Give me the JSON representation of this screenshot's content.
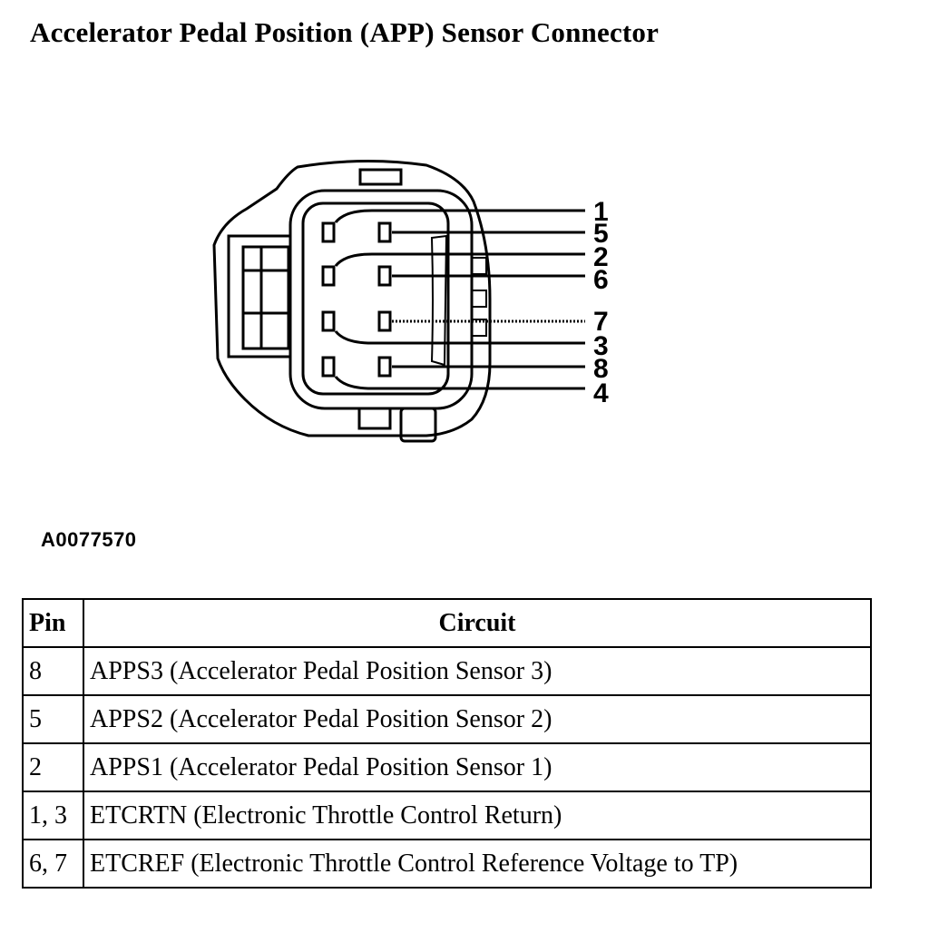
{
  "title": "Accelerator Pedal Position (APP) Sensor Connector",
  "figure_id": "A0077570",
  "diagram": {
    "pin_labels": [
      "1",
      "5",
      "2",
      "6",
      "7",
      "3",
      "8",
      "4"
    ]
  },
  "table": {
    "headers": {
      "pin": "Pin",
      "circuit": "Circuit"
    },
    "rows": [
      {
        "pin": "8",
        "circuit": "APPS3 (Accelerator Pedal Position Sensor 3)"
      },
      {
        "pin": "5",
        "circuit": "APPS2 (Accelerator Pedal Position Sensor 2)"
      },
      {
        "pin": "2",
        "circuit": "APPS1 (Accelerator Pedal Position Sensor 1)"
      },
      {
        "pin": "1, 3",
        "circuit": "ETCRTN (Electronic Throttle Control Return)"
      },
      {
        "pin": "6, 7",
        "circuit": "ETCREF (Electronic Throttle Control Reference Voltage to TP)"
      }
    ]
  }
}
